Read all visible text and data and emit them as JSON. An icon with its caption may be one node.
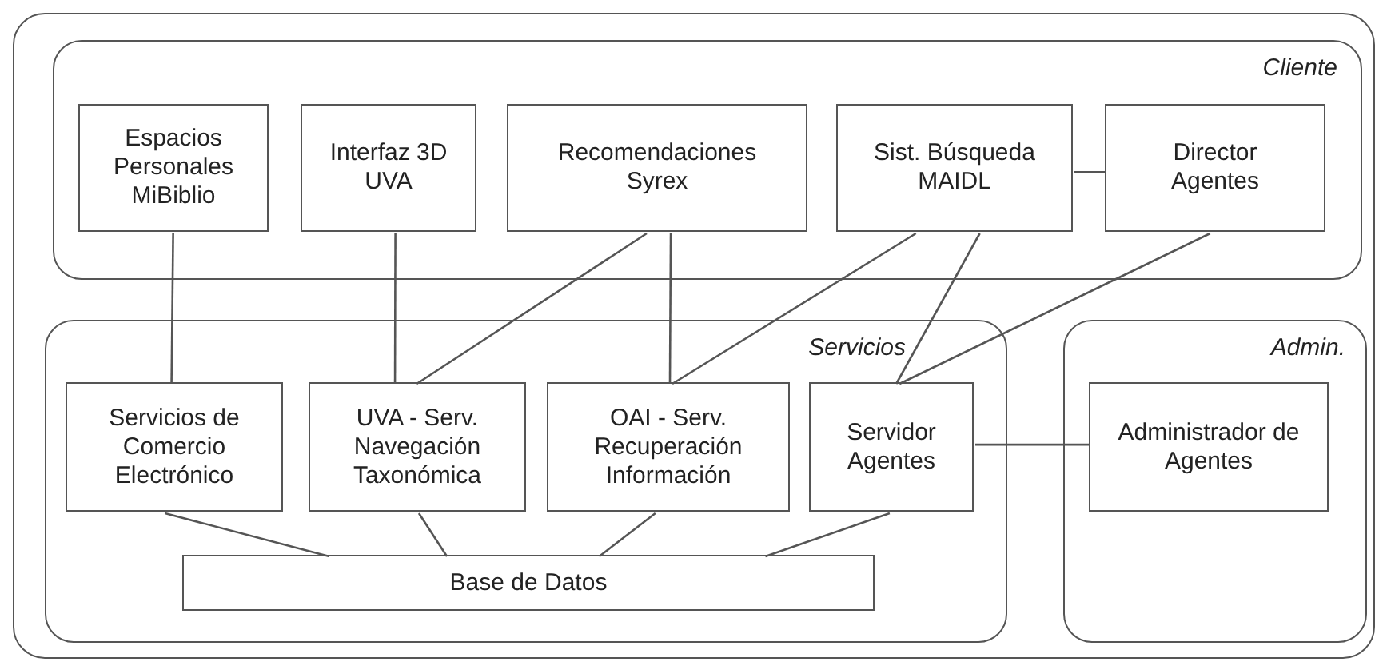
{
  "diagram": {
    "nodes": [
      {
        "text": [],
        "shape": "box"
      },
      {
        "text": [
          "Cliente"
        ],
        "in": 0
      },
      {
        "text": [
          "Espacios Personales MiBiblio"
        ],
        "in": 1
      },
      {
        "text": [
          "Interfaz 3D UVA"
        ],
        "in": 1
      },
      {
        "text": [
          "Recomendaciones Syrex"
        ],
        "in": 1
      },
      {
        "text": [
          "Sist. Búsqueda MAIDL"
        ],
        "in": 1
      },
      {
        "text": [
          "Director Agentes"
        ],
        "in": 1
      },
      {
        "text": [
          "Servicios"
        ],
        "in": 0
      },
      {
        "text": [
          "Servicios de Comercio Electrónico"
        ],
        "in": 7
      },
      {
        "text": [
          "UVA - Serv. Navegación Taxonómica"
        ],
        "in": 7
      },
      {
        "text": [
          "OAI - Serv. Recuperación Información"
        ],
        "in": 7
      },
      {
        "text": [
          "Servidor Agentes"
        ],
        "in": 7
      },
      {
        "text": [
          "Base de Datos"
        ],
        "in": 7
      },
      {
        "text": [
          "Admin."
        ],
        "in": 0
      },
      {
        "text": [
          "Administrador de Agentes"
        ],
        "in": 13
      }
    ],
    "edges": [
      {
        "from": 2,
        "to": 8,
        "arrow": "none"
      },
      {
        "from": 3,
        "to": 9,
        "arrow": "none"
      },
      {
        "from": 4,
        "to": 9,
        "arrow": "none"
      },
      {
        "from": 4,
        "to": 10,
        "arrow": "none"
      },
      {
        "from": 5,
        "to": 6,
        "arrow": "none"
      },
      {
        "from": 5,
        "to": 10,
        "arrow": "none"
      },
      {
        "from": 5,
        "to": 11,
        "arrow": "none"
      },
      {
        "from": 6,
        "to": 11,
        "arrow": "none"
      },
      {
        "from": 11,
        "to": 14,
        "arrow": "none"
      },
      {
        "from": 8,
        "to": 12,
        "arrow": "none"
      },
      {
        "from": 9,
        "to": 12,
        "arrow": "none"
      },
      {
        "from": 10,
        "to": 12,
        "arrow": "none"
      },
      {
        "from": 11,
        "to": 12,
        "arrow": "none"
      }
    ]
  }
}
